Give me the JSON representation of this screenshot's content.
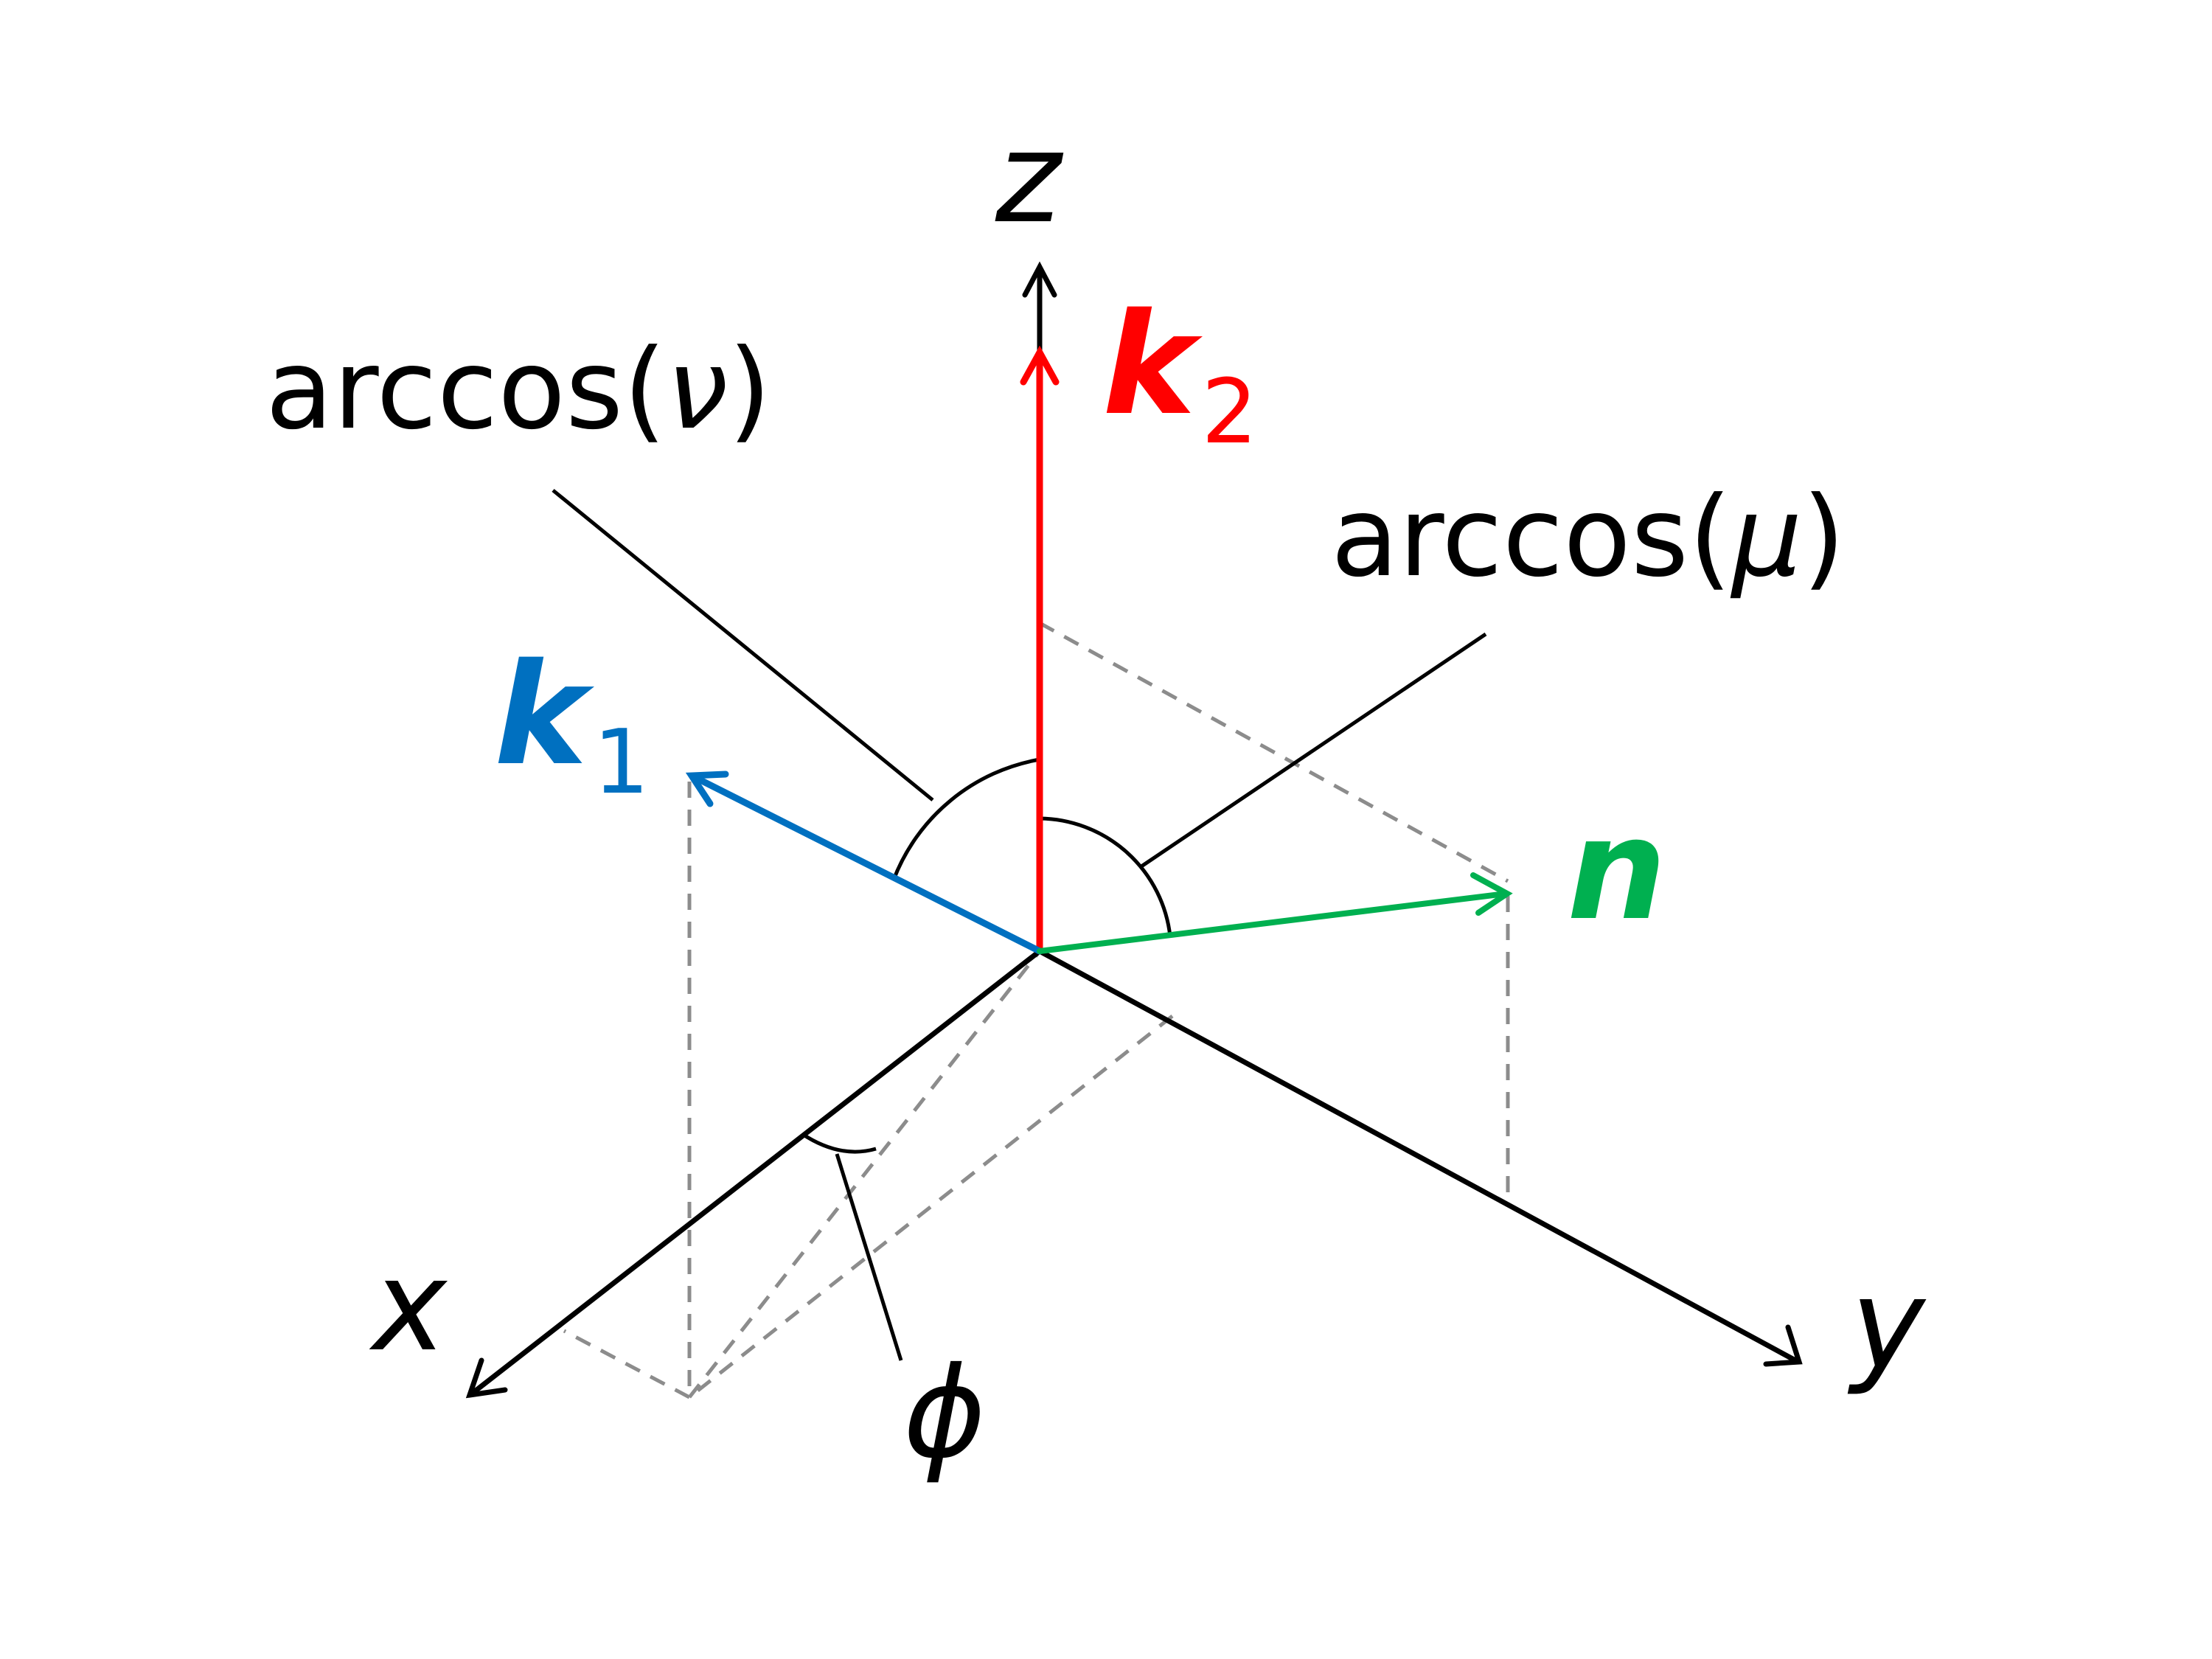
{
  "colors": {
    "k1": "#0070C0",
    "k2": "#FF0000",
    "n": "#00B050",
    "axis": "#000000",
    "dashed": "#8C8C8C"
  },
  "axes": {
    "z": "z",
    "x": "x",
    "y": "y"
  },
  "vectors": {
    "k1": {
      "symbol": "k",
      "subscript": "1"
    },
    "k2": {
      "symbol": "k",
      "subscript": "2"
    },
    "n": {
      "symbol": "n"
    }
  },
  "angles": {
    "nu": {
      "func": "arccos(",
      "var": "ν",
      "close": ")"
    },
    "mu": {
      "func": "arccos(",
      "var": "μ",
      "close": ")"
    },
    "phi": "ϕ"
  }
}
